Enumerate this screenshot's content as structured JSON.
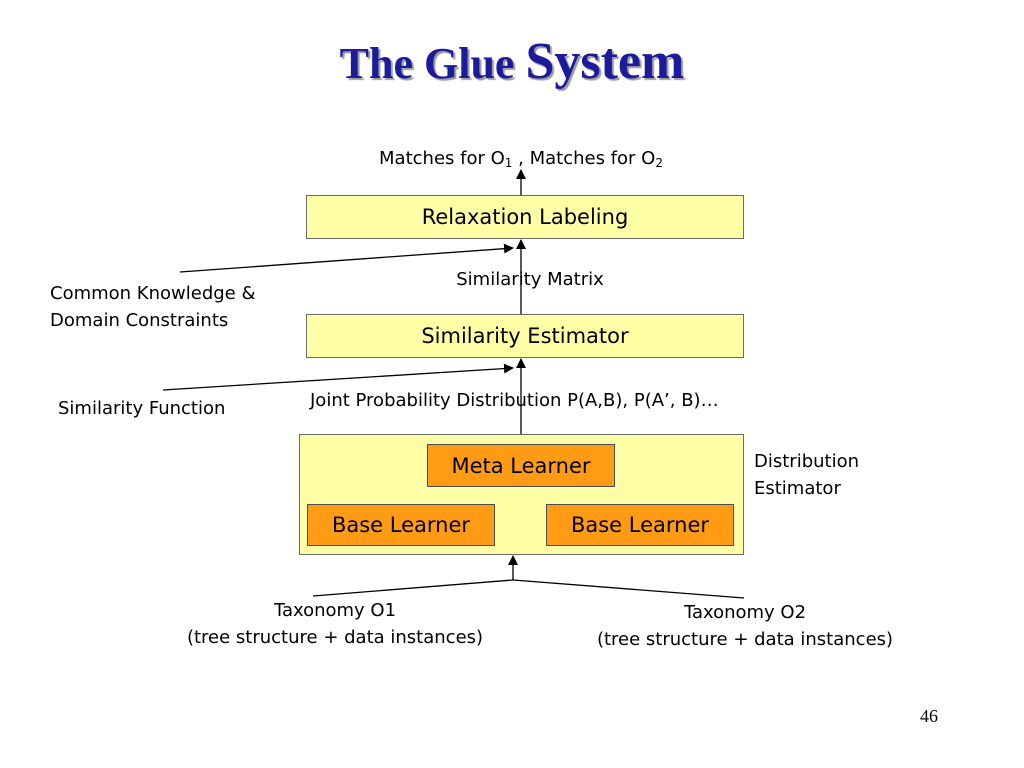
{
  "title": {
    "part1": "The Glue ",
    "part2": "System"
  },
  "matches": {
    "prefix": "Matches for O",
    "sub1": "1",
    "middle": " , Matches for O",
    "sub2": "2"
  },
  "relaxation_label": "Relaxation Labeling",
  "common_knowledge": {
    "line1": "Common Knowledge &",
    "line2": "Domain Constraints"
  },
  "similarity_matrix": "Similarity Matrix",
  "similarity_estimator": "Similarity Estimator",
  "similarity_function": "Similarity Function",
  "joint_probability": "Joint Probability Distribution P(A,B), P(A’, B)…",
  "meta_learner": "Meta Learner",
  "base_learner_left": "Base Learner",
  "base_learner_right": "Base Learner",
  "distribution_estimator": {
    "line1": "Distribution",
    "line2": "Estimator"
  },
  "taxonomy_o1": {
    "line1": "Taxonomy O1",
    "line2": "(tree structure + data instances)"
  },
  "taxonomy_o2": {
    "line1": "Taxonomy O2",
    "line2": "(tree structure + data instances)"
  },
  "page_number": "46",
  "colors": {
    "title": "#1b1b9c",
    "yellow_box": "#ffffa6",
    "orange_box": "#ff9b14"
  }
}
